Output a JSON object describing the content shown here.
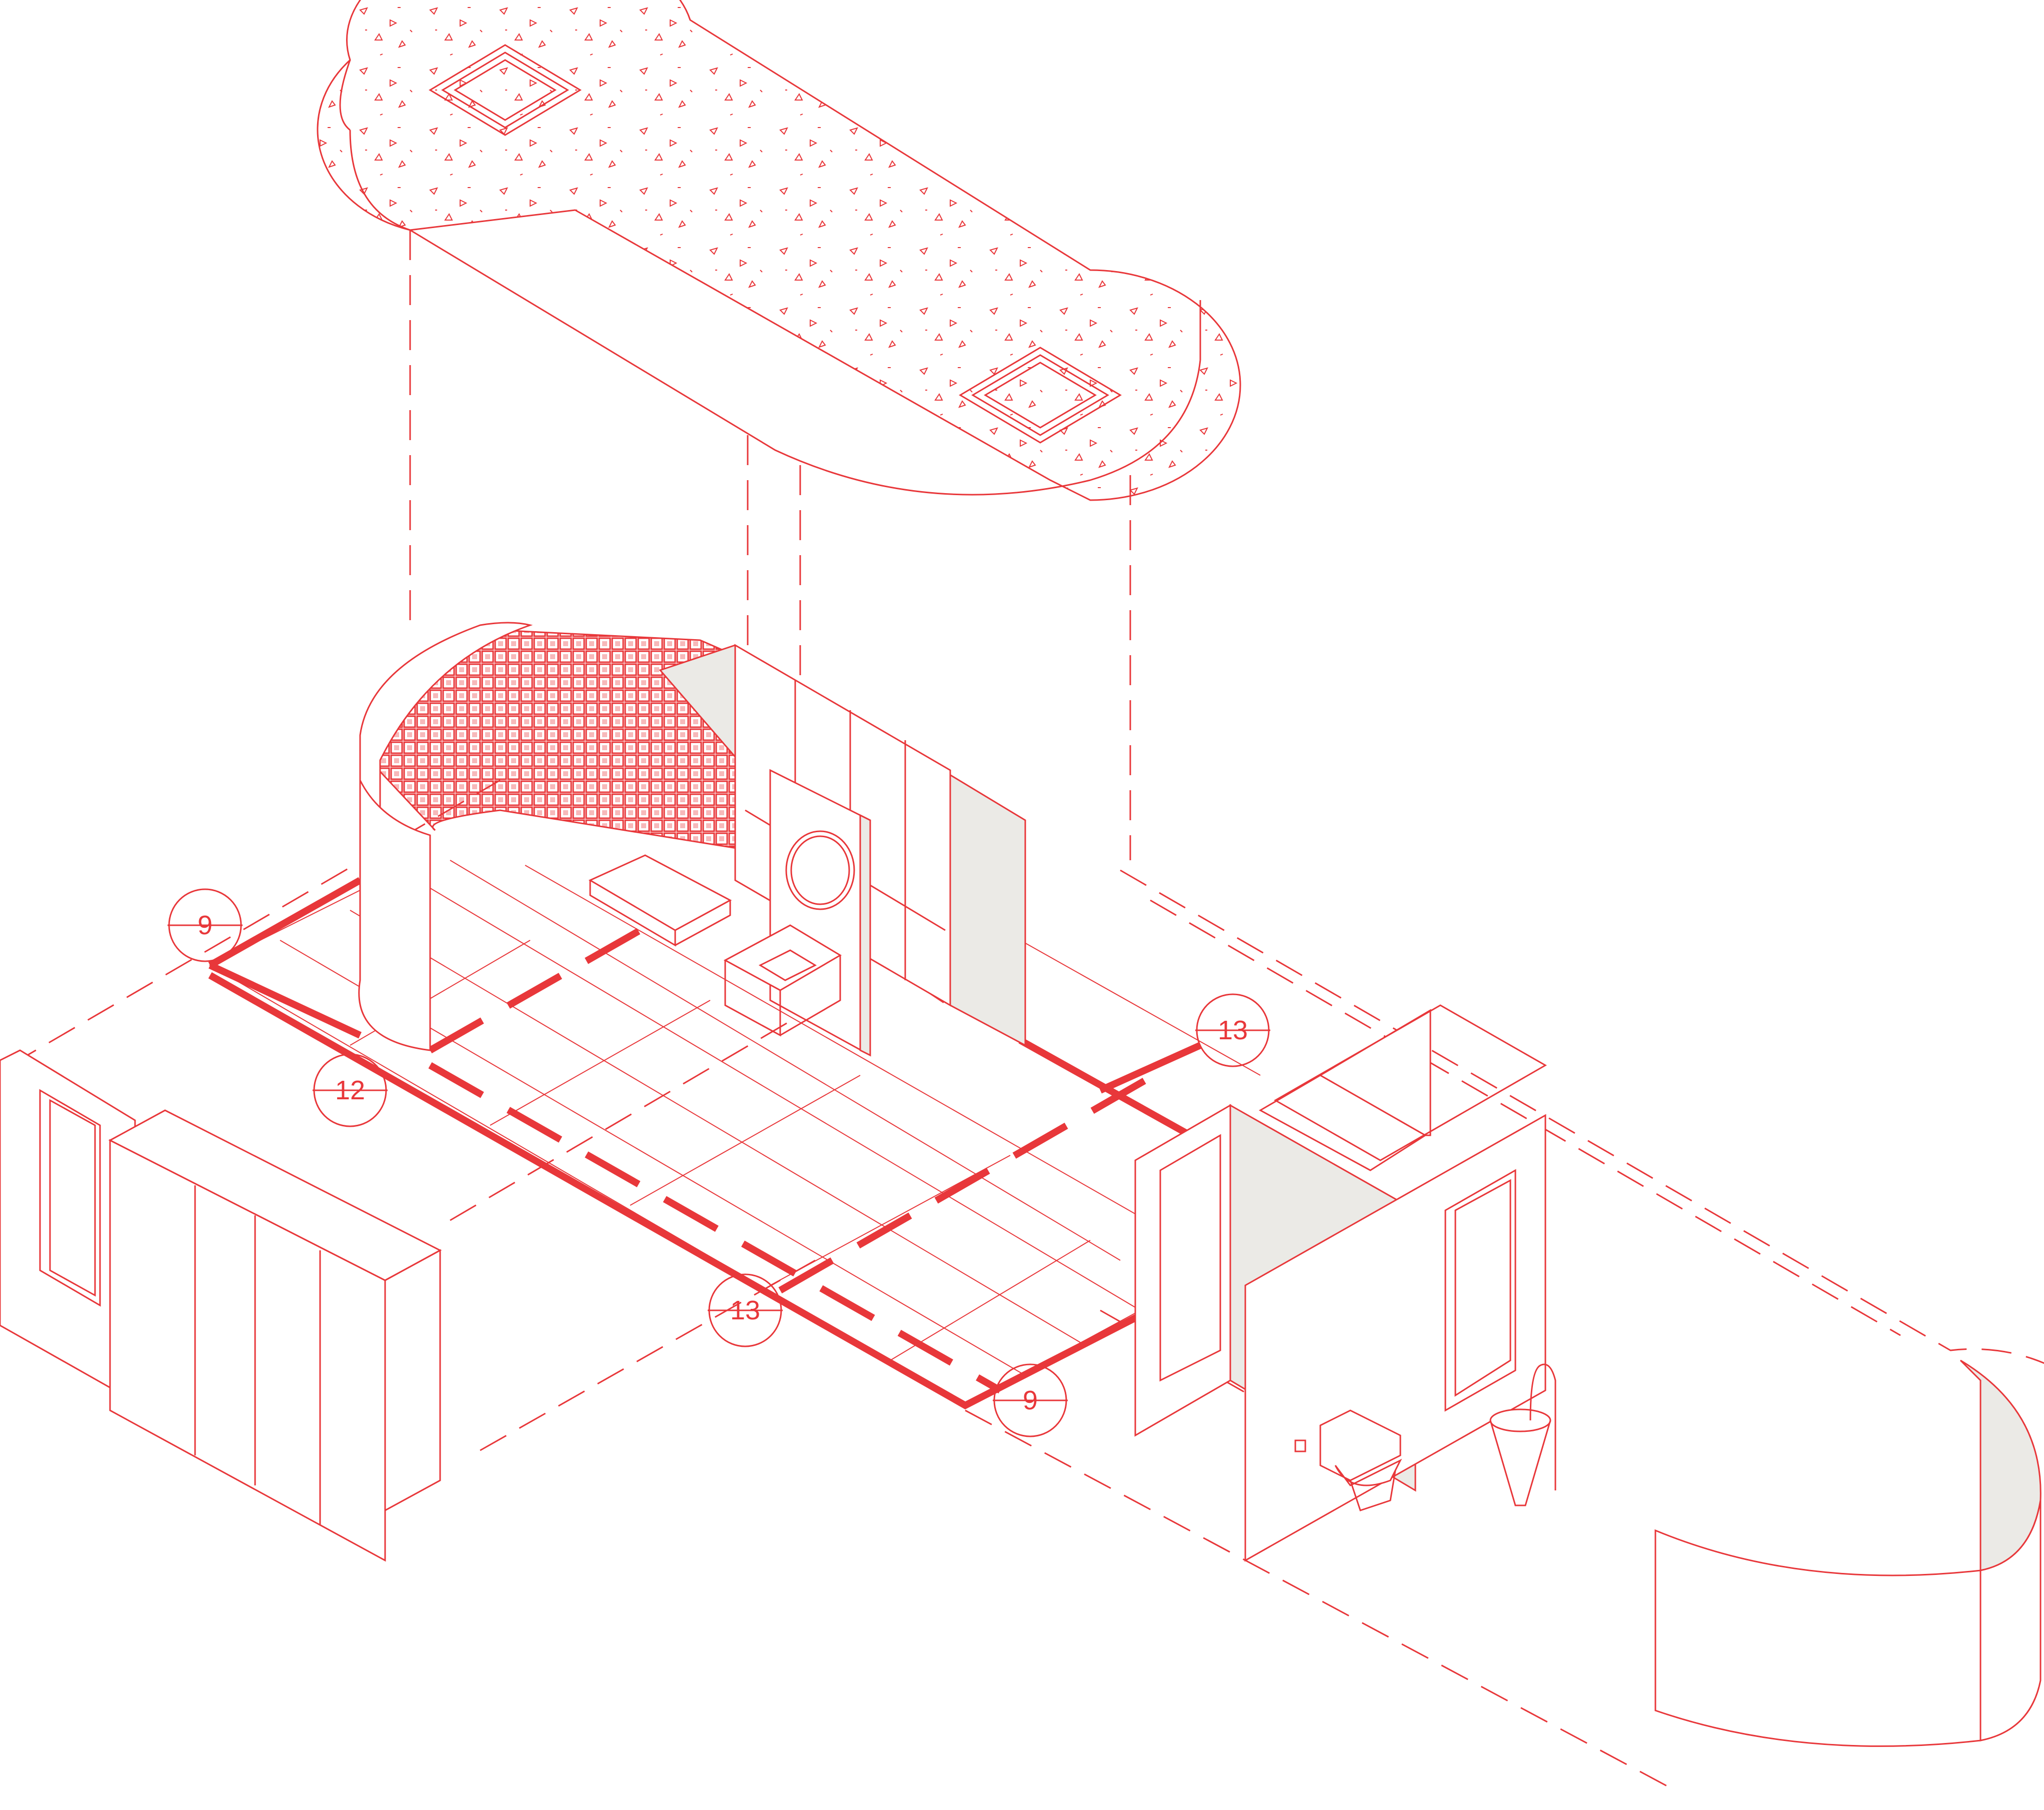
{
  "colors": {
    "line": "#e8373a",
    "wall_fill": "#ebeae6",
    "background": "#ffffff"
  },
  "section_markers": [
    {
      "id": "marker-9-left",
      "label": "9"
    },
    {
      "id": "marker-12",
      "label": "12"
    },
    {
      "id": "marker-13-right",
      "label": "13"
    },
    {
      "id": "marker-13-bottom",
      "label": "13"
    },
    {
      "id": "marker-9-bottom",
      "label": "9"
    }
  ]
}
